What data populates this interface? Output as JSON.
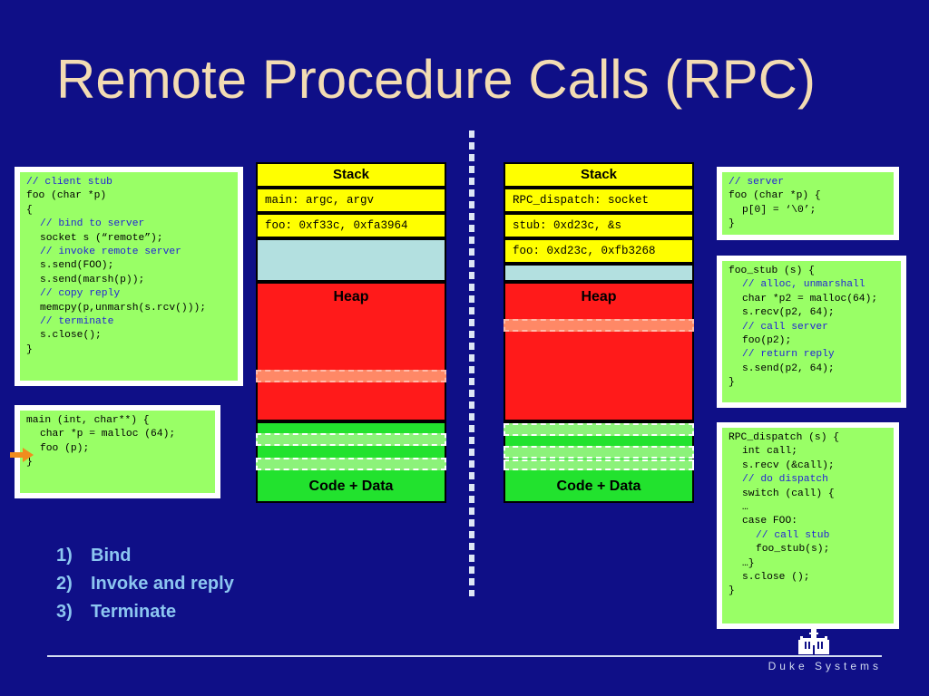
{
  "title": "Remote Procedure Calls (RPC)",
  "client_stub": [
    {
      "t": "// client stub",
      "c": true,
      "i": 0
    },
    {
      "t": "foo (char *p)",
      "c": false,
      "i": 0
    },
    {
      "t": "{",
      "c": false,
      "i": 0
    },
    {
      "t": "// bind to server",
      "c": true,
      "i": 1
    },
    {
      "t": "socket s (“remote”);",
      "c": false,
      "i": 1
    },
    {
      "t": "// invoke remote server",
      "c": true,
      "i": 1
    },
    {
      "t": "s.send(FOO);",
      "c": false,
      "i": 1
    },
    {
      "t": "s.send(marsh(p));",
      "c": false,
      "i": 1
    },
    {
      "t": "// copy reply",
      "c": true,
      "i": 1
    },
    {
      "t": "memcpy(p,unmarsh(s.rcv()));",
      "c": false,
      "i": 1
    },
    {
      "t": "// terminate",
      "c": true,
      "i": 1
    },
    {
      "t": "s.close();",
      "c": false,
      "i": 1
    },
    {
      "t": "}",
      "c": false,
      "i": 0
    }
  ],
  "main_code": [
    {
      "t": "main (int, char**) {",
      "c": false,
      "i": 0
    },
    {
      "t": "char *p = malloc (64);",
      "c": false,
      "i": 1
    },
    {
      "t": "foo (p);",
      "c": false,
      "i": 1
    },
    {
      "t": "}",
      "c": false,
      "i": 0
    }
  ],
  "server_code": [
    {
      "t": "// server",
      "c": true,
      "i": 0
    },
    {
      "t": "foo (char *p) {",
      "c": false,
      "i": 0
    },
    {
      "t": "p[0] = ‘\\0’;",
      "c": false,
      "i": 1
    },
    {
      "t": "}",
      "c": false,
      "i": 0
    }
  ],
  "foo_stub_code": [
    {
      "t": "foo_stub (s) {",
      "c": false,
      "i": 0
    },
    {
      "t": "// alloc, unmarshall",
      "c": true,
      "i": 1
    },
    {
      "t": "char *p2 = malloc(64);",
      "c": false,
      "i": 1
    },
    {
      "t": "s.recv(p2, 64);",
      "c": false,
      "i": 1
    },
    {
      "t": "// call server",
      "c": true,
      "i": 1
    },
    {
      "t": "foo(p2);",
      "c": false,
      "i": 1
    },
    {
      "t": "// return reply",
      "c": true,
      "i": 1
    },
    {
      "t": "s.send(p2, 64);",
      "c": false,
      "i": 1
    },
    {
      "t": "}",
      "c": false,
      "i": 0
    }
  ],
  "dispatch_code": [
    {
      "t": "RPC_dispatch (s) {",
      "c": false,
      "i": 0
    },
    {
      "t": "int call;",
      "c": false,
      "i": 1
    },
    {
      "t": "s.recv (&call);",
      "c": false,
      "i": 1
    },
    {
      "t": "// do dispatch",
      "c": true,
      "i": 1
    },
    {
      "t": "switch (call) {",
      "c": false,
      "i": 1
    },
    {
      "t": "…",
      "c": false,
      "i": 1
    },
    {
      "t": "case FOO:",
      "c": false,
      "i": 1
    },
    {
      "t": "// call stub",
      "c": true,
      "i": 2
    },
    {
      "t": "foo_stub(s);",
      "c": false,
      "i": 2
    },
    {
      "t": "…}",
      "c": false,
      "i": 1
    },
    {
      "t": "s.close ();",
      "c": false,
      "i": 1
    },
    {
      "t": "}",
      "c": false,
      "i": 0
    }
  ],
  "client_mem": {
    "stack_label": "Stack",
    "frame1": "main: argc, argv",
    "frame2": "foo: 0xf33c, 0xfa3964",
    "heap_label": "Heap",
    "code_label": "Code + Data"
  },
  "server_mem": {
    "stack_label": "Stack",
    "frame1": "RPC_dispatch: socket",
    "frame2": "stub: 0xd23c, &s",
    "frame3": "foo: 0xd23c, 0xfb3268",
    "heap_label": "Heap",
    "code_label": "Code + Data"
  },
  "steps": [
    {
      "num": "1)",
      "label": "Bind"
    },
    {
      "num": "2)",
      "label": "Invoke and reply"
    },
    {
      "num": "3)",
      "label": "Terminate"
    }
  ],
  "footer": "Duke Systems",
  "colors": {
    "background": "#0f0f87",
    "title": "#f3dcb3",
    "code_bg": "#99ff66",
    "comment": "#2323d6",
    "stack": "#ffff00",
    "heap": "#ff1a1a",
    "code_data": "#22e22e",
    "steps": "#8cc6f0",
    "arrow": "#f08c1e"
  },
  "icons": [
    "arrow-pointer-icon",
    "duke-chapel-logo-icon"
  ]
}
